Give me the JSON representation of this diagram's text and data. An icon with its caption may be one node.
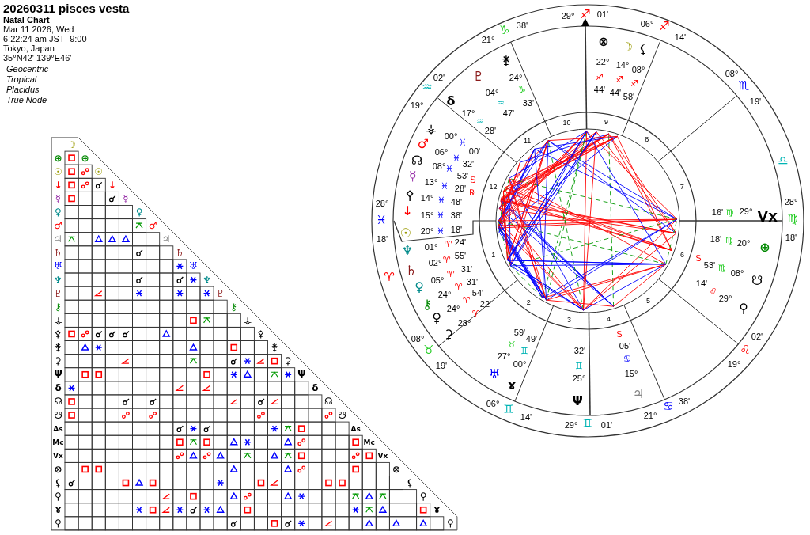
{
  "diagram": {
    "title": "20260311 pisces vesta",
    "labels": [
      "Natal Chart",
      "Mar 11 2026, Wed",
      "6:22:24 am JST -9:00",
      "Tokyo, Japan",
      "35°N42' 139°E46'",
      "Geocentric",
      "Tropical",
      "Placidus",
      "True Node",
      "29°",
      "♐",
      "01'",
      "21°",
      "♑",
      "38'",
      "06°",
      "♐",
      "14'",
      "⊗",
      "☽",
      "⚸",
      "⚵",
      "22°",
      "14°",
      "08°",
      "08°",
      "♐",
      "♐",
      "♐",
      "02'",
      "♇",
      "24°",
      "♏",
      "♒",
      "04°",
      "♑",
      "44'",
      "44'",
      "58'",
      "19°",
      "δ",
      "♒",
      "33'",
      "19'",
      "17°",
      "47'",
      "♒",
      "28'",
      "⚶",
      "00°",
      "♓",
      "00'",
      "♂",
      "06°",
      "♓",
      "32'",
      "☊",
      "08°",
      "♓",
      "53'",
      "♎",
      "☿",
      "13°",
      "♓",
      "28'",
      "S",
      "℞",
      "28°",
      "⚴",
      "14°",
      "♓",
      "48'",
      "28°",
      "♓",
      "↓",
      "15°",
      "♓",
      "38'",
      "16'",
      "♍",
      "29°",
      "Vx",
      "♍",
      "18'",
      "☉",
      "20°",
      "♓",
      "18'",
      "18'",
      "♍",
      "20°",
      "18'",
      "♆",
      "01°",
      "♈",
      "24'",
      "⊕",
      "♄",
      "02°",
      "♈",
      "55'",
      "31'",
      "S",
      "53'",
      "♍",
      "08°",
      "♈",
      "05°",
      "♈",
      "31'",
      "14'",
      "☋",
      "♀",
      "24°",
      "♈",
      "54'",
      "♌",
      "⚷",
      "24°",
      "♈",
      "22'",
      "29°",
      "⚲",
      "♀",
      "28°",
      "♈",
      "08°",
      "⚳",
      "59'",
      "49'",
      "S",
      "02'",
      "♉",
      "♉",
      "♊",
      "32'",
      "05'",
      "♌",
      "19'",
      "27°",
      "00°",
      "♊",
      "♋",
      "19°",
      "♅",
      "25°",
      "15°",
      "ɤ",
      "♃",
      "06°",
      "♊",
      "Ψ",
      "♋",
      "38'",
      "14'",
      "29°",
      "♊",
      "01'",
      "21°",
      "10",
      "9",
      "11",
      "8",
      "12",
      "7",
      "1",
      "6",
      "2",
      "5",
      "3",
      "4",
      "☽",
      "⊕",
      "⊕",
      "☉",
      "☉",
      "↓",
      "↓",
      "☿",
      "☿",
      "♀",
      "♀",
      "♂",
      "♂",
      "♃",
      "♃",
      "♄",
      "♄",
      "♅",
      "♅",
      "♆",
      "♆",
      "♇",
      "♇",
      "⚷",
      "⚷",
      "⚶",
      "⚶",
      "⚴",
      "⚴",
      "⚵",
      "⚵",
      "⚳",
      "⚳",
      "Ψ",
      "Ψ",
      "δ",
      "δ",
      "☊",
      "☊",
      "☋",
      "☋",
      "As",
      "As",
      "Mc",
      "Mc",
      "Vx",
      "Vx",
      "⊗",
      "⊗",
      "⚸",
      "⚸",
      "⚲",
      "⚲",
      "ɤ",
      "ɤ",
      "♀",
      "♀"
    ]
  }
}
